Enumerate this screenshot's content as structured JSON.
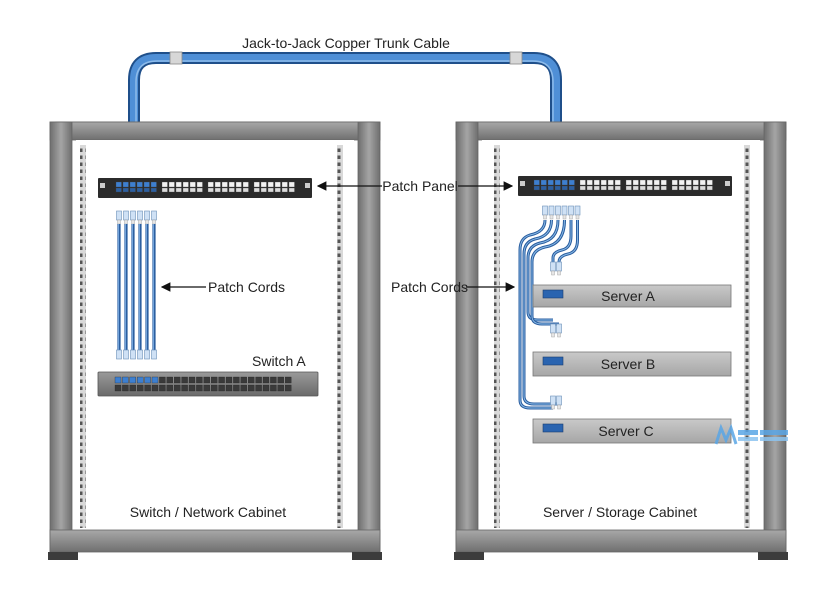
{
  "labels": {
    "trunk_cable": "Jack-to-Jack Copper Trunk Cable",
    "patch_panel": "Patch Panel",
    "patch_cords_left": "Patch Cords",
    "patch_cords_right": "Patch Cords",
    "switch_a": "Switch A",
    "server_a": "Server A",
    "server_b": "Server B",
    "server_c": "Server C",
    "left_cabinet": "Switch / Network Cabinet",
    "right_cabinet": "Server / Storage Cabinet"
  },
  "colors": {
    "cable_blue": "#3f7fc8",
    "cabinet_gray": "#8c8c8c",
    "cabinet_dark": "#5a5a5a",
    "panel_black": "#2b2b2b",
    "server_gray": "#b9b9b9",
    "logo_blue": "#5aa6e6"
  }
}
